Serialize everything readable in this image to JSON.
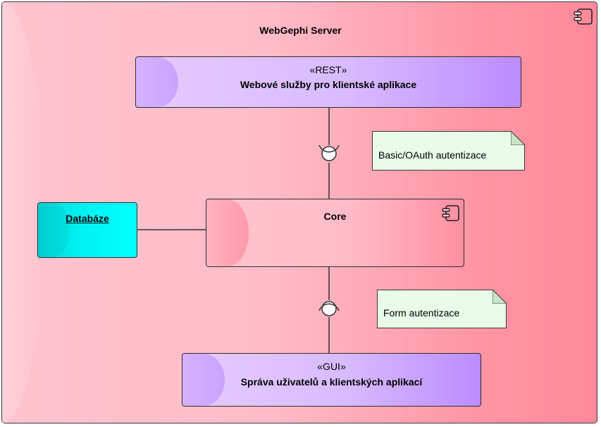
{
  "diagram": {
    "server_title": "WebGephi Server",
    "rest_component": {
      "stereotype": "«REST»",
      "name": "Webové služby pro klientské aplikace"
    },
    "core_component": {
      "name": "Core"
    },
    "database_component": {
      "name": "Databáze"
    },
    "gui_component": {
      "stereotype": "«GUI»",
      "name": "Správa uživatelů a klientských aplikací"
    },
    "note_rest_auth": "Basic/OAuth autentizace",
    "note_gui_auth": "Form autentizace"
  },
  "colors": {
    "frame_pink": "#ffbcc8",
    "component_purple": "#d8bbff",
    "database_cyan": "#00ffff",
    "note_green": "#e9fbe9"
  },
  "icons": [
    "component-icon"
  ]
}
